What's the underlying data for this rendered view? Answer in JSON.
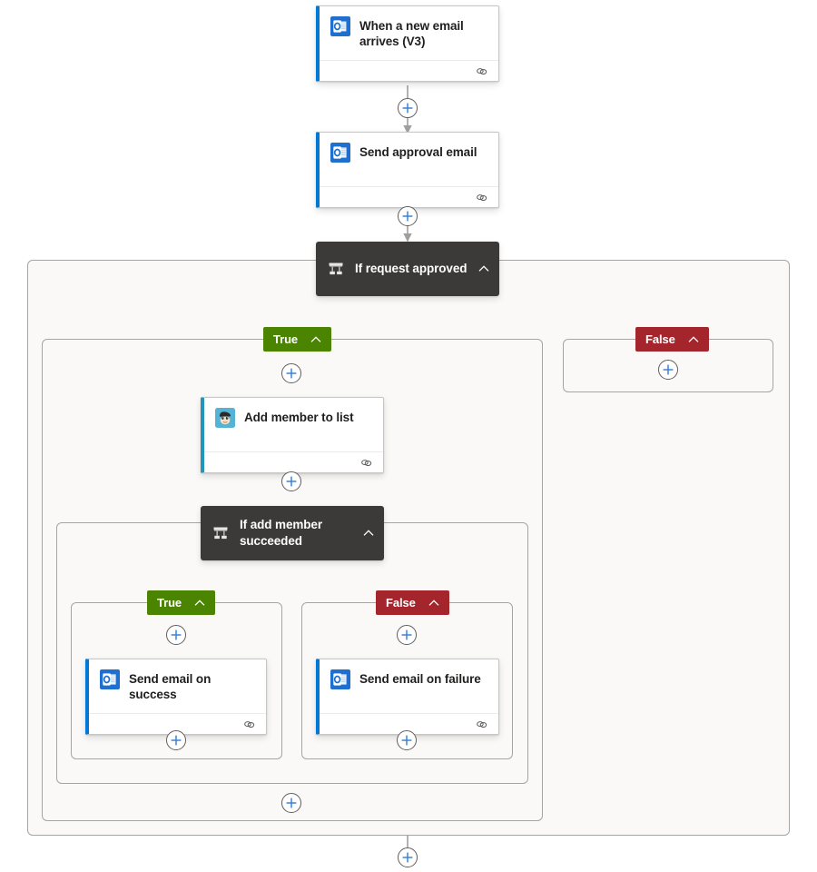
{
  "app": {
    "name": "cloud-flow-designer",
    "colors": {
      "canvas_bg": "#ffffff",
      "scope_bg": "#faf9f8",
      "scope_border": "#a7a5a3",
      "card_bg": "#ffffff",
      "card_border": "#c8c6c4",
      "accent_blue": "#0078d4",
      "accent_teal": "#2196b8",
      "condition_bg": "#3b3a39",
      "true_badge": "#4b8400",
      "false_badge": "#a4262c",
      "connector_line": "#a19f9d",
      "plus_glyph": "#0078d4",
      "plus_border": "#605e5c",
      "text_primary": "#201f1e",
      "text_on_dark": "#ffffff"
    }
  },
  "nodes": {
    "trigger": {
      "title": "When a new email arrives (V3)",
      "icon": "outlook-icon",
      "footer_icon": "link-icon",
      "accent": "blue"
    },
    "send_approval": {
      "title": "Send approval email",
      "icon": "outlook-icon",
      "footer_icon": "link-icon",
      "accent": "blue"
    },
    "condition_request": {
      "title": "If request approved",
      "icon": "condition-icon",
      "collapse_icon": "chevron-up-icon"
    },
    "add_member": {
      "title": "Add member to list",
      "icon": "mailchimp-icon",
      "footer_icon": "link-icon",
      "accent": "teal"
    },
    "condition_member": {
      "title": "If add member succeeded",
      "icon": "condition-icon",
      "collapse_icon": "chevron-up-icon"
    },
    "send_success": {
      "title": "Send email on success",
      "icon": "outlook-icon",
      "footer_icon": "link-icon",
      "accent": "blue"
    },
    "send_failure": {
      "title": "Send email on failure",
      "icon": "outlook-icon",
      "footer_icon": "link-icon",
      "accent": "blue"
    }
  },
  "branches": {
    "outer_true": {
      "label": "True",
      "collapse_icon": "chevron-up-icon"
    },
    "outer_false": {
      "label": "False",
      "collapse_icon": "chevron-up-icon"
    },
    "inner_true": {
      "label": "True",
      "collapse_icon": "chevron-up-icon"
    },
    "inner_false": {
      "label": "False",
      "collapse_icon": "chevron-up-icon"
    }
  },
  "insert_buttons": {
    "label": "+",
    "name": "add-step-button",
    "count": 10
  }
}
